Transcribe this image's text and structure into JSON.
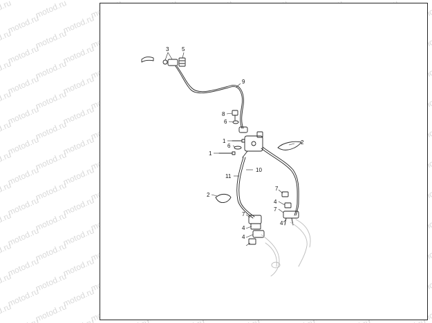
{
  "watermark": {
    "text": "motod.ru"
  },
  "callouts": {
    "c1a": "1",
    "c1b": "1",
    "c2a": "2",
    "c2b": "2",
    "c3": "3",
    "c4a": "4",
    "c4b": "4",
    "c4c": "4",
    "c4d": "4",
    "c5": "5",
    "c6a": "6",
    "c6b": "6",
    "c7a": "7",
    "c7b": "7",
    "c7c": "7",
    "c8": "8",
    "c9": "9",
    "c10": "10",
    "c11": "11"
  },
  "colors": {
    "line": "#222222",
    "watermark": "#d9d9d9"
  }
}
